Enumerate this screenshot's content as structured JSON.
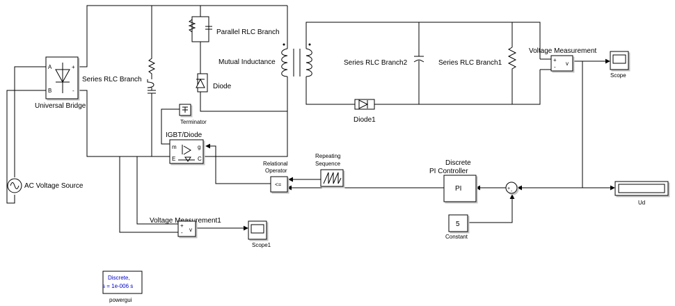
{
  "blocks": {
    "universal_bridge": {
      "label": "Universal Bridge",
      "port_a": "A",
      "port_b": "B",
      "port_plus": "+",
      "port_minus": "-"
    },
    "series_rlc": {
      "label": "Series RLC Branch"
    },
    "parallel_rlc": {
      "label": "Parallel RLC Branch"
    },
    "mutual_inductance": {
      "label": "Mutual Inductance"
    },
    "diode": {
      "label": "Diode"
    },
    "terminator": {
      "label": "Terminator"
    },
    "igbt": {
      "label": "IGBT/Diode",
      "port_m": "m",
      "port_g": "g",
      "port_e": "E",
      "port_c": "C"
    },
    "ac_source": {
      "label": "AC Voltage Source"
    },
    "series_rlc2": {
      "label": "Series RLC Branch2"
    },
    "series_rlc1": {
      "label": "Series RLC Branch1"
    },
    "diode1": {
      "label": "Diode1"
    },
    "voltage_measurement": {
      "label": "Voltage Measurement",
      "plus": "+",
      "minus": "-",
      "v": "v"
    },
    "scope": {
      "label": "Scope"
    },
    "relational_operator": {
      "label_line1": "Relational",
      "label_line2": "Operator",
      "symbol": "<="
    },
    "repeating_sequence": {
      "label_line1": "Repeating",
      "label_line2": "Sequence"
    },
    "pi_controller": {
      "label_line1": "Discrete",
      "label_line2": "PI Controller",
      "content": "PI"
    },
    "sum": {
      "plus": "+",
      "minus": "-"
    },
    "ud": {
      "label": "Ud"
    },
    "constant": {
      "label": "Constant",
      "value": "5"
    },
    "voltage_measurement1": {
      "label": "Voltage Measurement1",
      "plus": "+",
      "minus": "-",
      "v": "v"
    },
    "scope1": {
      "label": "Scope1"
    },
    "powergui": {
      "label": "powergui",
      "line1": "Discrete,",
      "line2": "s = 1e-006 s"
    }
  }
}
